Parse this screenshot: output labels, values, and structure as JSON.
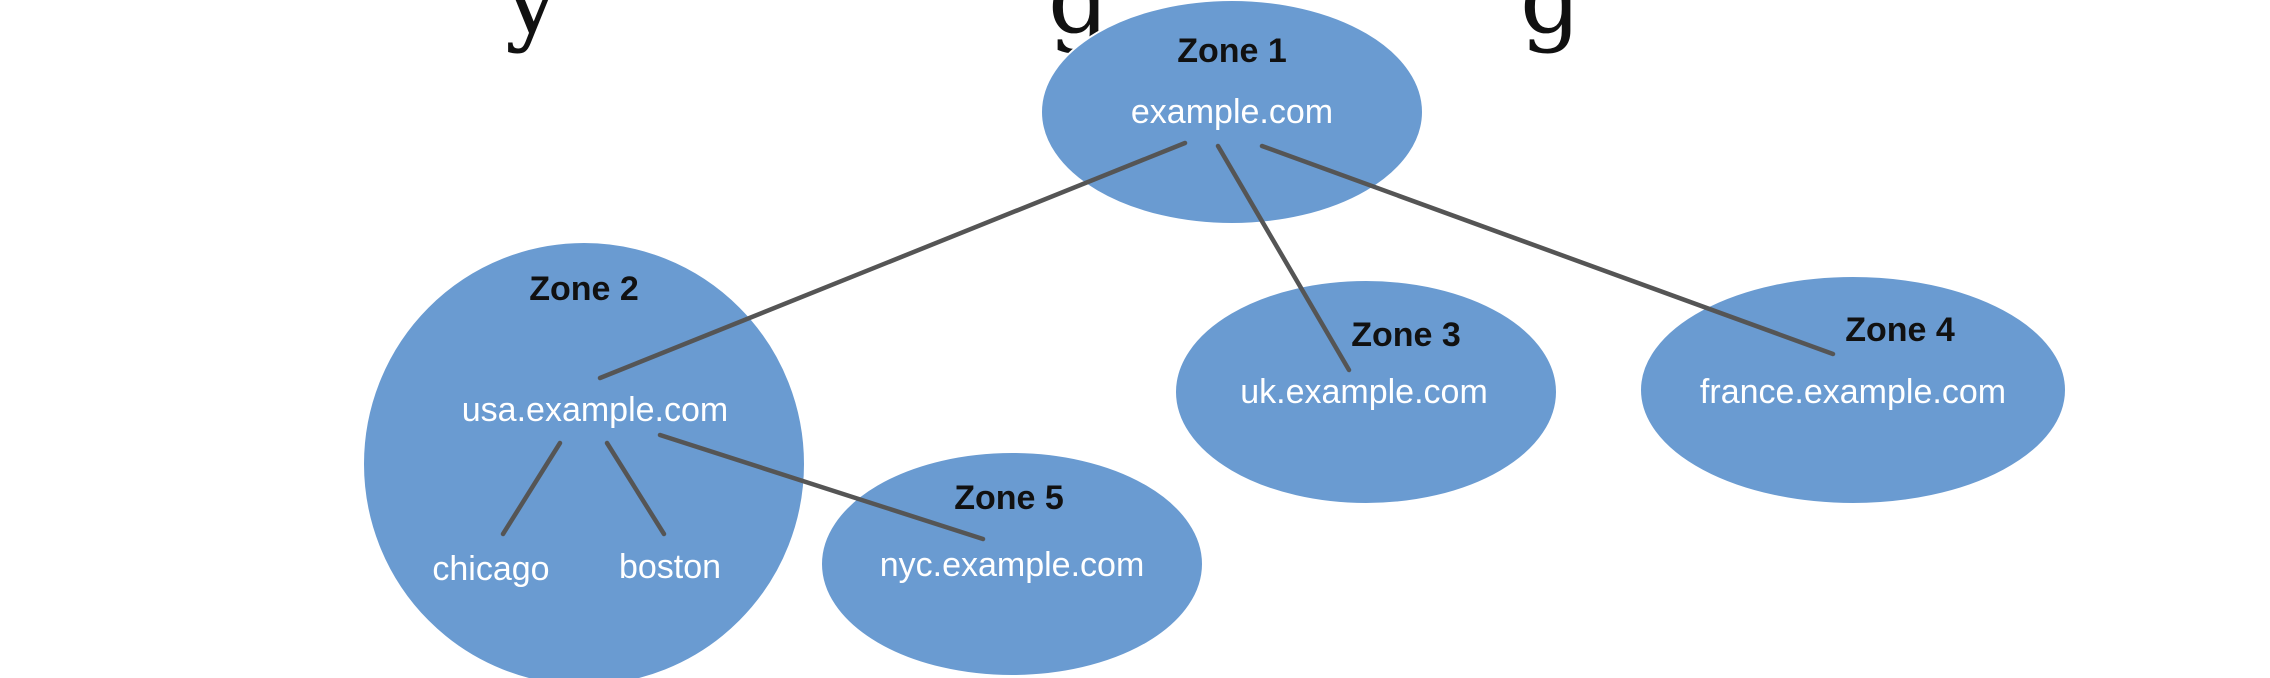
{
  "title_fragment": "y ... g ... g",
  "colors": {
    "node_fill": "#6a9bd1",
    "edge": "#555555",
    "zone_text": "#111111",
    "domain_text": "#ffffff",
    "background": "#ffffff"
  },
  "zones": [
    {
      "id": "zone1",
      "label": "Zone 1",
      "domain": "example.com"
    },
    {
      "id": "zone2",
      "label": "Zone 2",
      "domain": "usa.example.com",
      "children": [
        "chicago",
        "boston"
      ]
    },
    {
      "id": "zone3",
      "label": "Zone 3",
      "domain": "uk.example.com"
    },
    {
      "id": "zone4",
      "label": "Zone 4",
      "domain": "france.example.com"
    },
    {
      "id": "zone5",
      "label": "Zone 5",
      "domain": "nyc.example.com"
    }
  ],
  "edges": [
    {
      "from": "example.com",
      "to": "usa.example.com"
    },
    {
      "from": "example.com",
      "to": "uk.example.com"
    },
    {
      "from": "example.com",
      "to": "france.example.com"
    },
    {
      "from": "usa.example.com",
      "to": "chicago"
    },
    {
      "from": "usa.example.com",
      "to": "boston"
    },
    {
      "from": "usa.example.com",
      "to": "nyc.example.com"
    }
  ]
}
